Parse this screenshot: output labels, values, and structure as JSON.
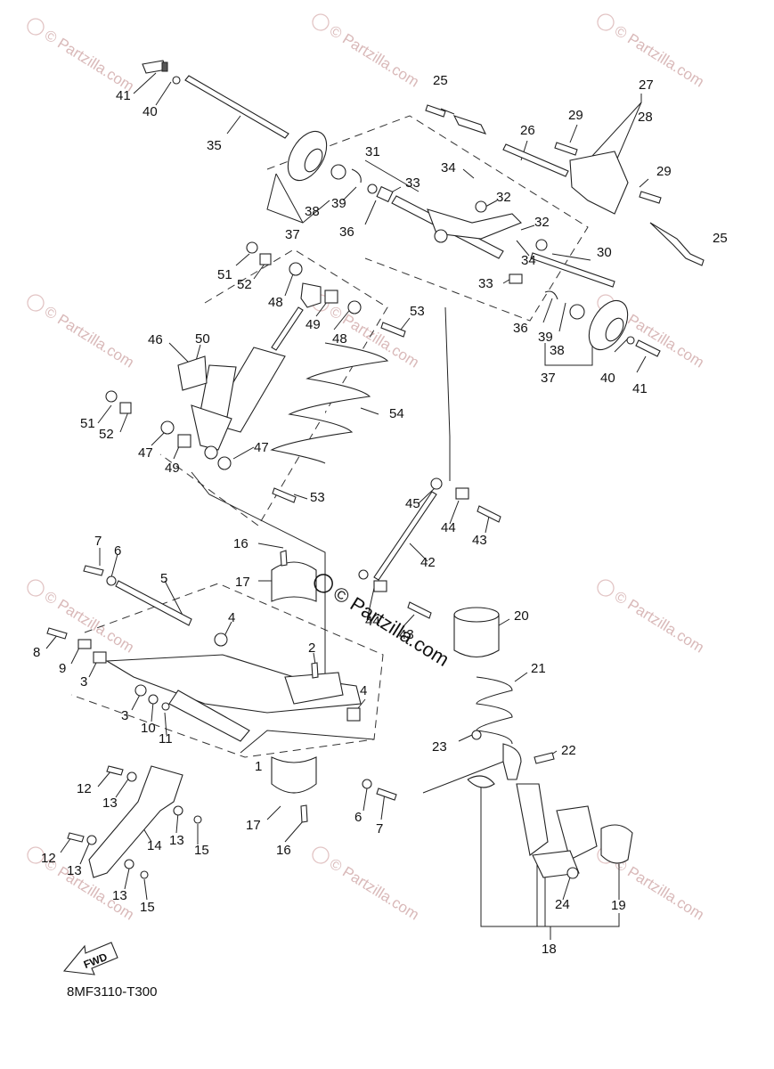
{
  "diagram_code": "8MF3110-T300",
  "watermark_text": "© Partzilla.com",
  "center_watermark": "© Partzilla.com",
  "fwd_label": "FWD",
  "callouts": [
    {
      "id": "c41a",
      "text": "41"
    },
    {
      "id": "c40a",
      "text": "40"
    },
    {
      "id": "c35",
      "text": "35"
    },
    {
      "id": "c25a",
      "text": "25"
    },
    {
      "id": "c27",
      "text": "27"
    },
    {
      "id": "c28",
      "text": "28"
    },
    {
      "id": "c29a",
      "text": "29"
    },
    {
      "id": "c26",
      "text": "26"
    },
    {
      "id": "c31",
      "text": "31"
    },
    {
      "id": "c34a",
      "text": "34"
    },
    {
      "id": "c33a",
      "text": "33"
    },
    {
      "id": "c32a",
      "text": "32"
    },
    {
      "id": "c29b",
      "text": "29"
    },
    {
      "id": "c32b",
      "text": "32"
    },
    {
      "id": "c25b",
      "text": "25"
    },
    {
      "id": "c38a",
      "text": "38"
    },
    {
      "id": "c39a",
      "text": "39"
    },
    {
      "id": "c36a",
      "text": "36"
    },
    {
      "id": "c37a",
      "text": "37"
    },
    {
      "id": "c34b",
      "text": "34"
    },
    {
      "id": "c30",
      "text": "30"
    },
    {
      "id": "c33b",
      "text": "33"
    },
    {
      "id": "c51a",
      "text": "51"
    },
    {
      "id": "c52a",
      "text": "52"
    },
    {
      "id": "c48a",
      "text": "48"
    },
    {
      "id": "c49a",
      "text": "49"
    },
    {
      "id": "c48b",
      "text": "48"
    },
    {
      "id": "c53a",
      "text": "53"
    },
    {
      "id": "c36b",
      "text": "36"
    },
    {
      "id": "c39b",
      "text": "39"
    },
    {
      "id": "c38b",
      "text": "38"
    },
    {
      "id": "c37b",
      "text": "37"
    },
    {
      "id": "c40b",
      "text": "40"
    },
    {
      "id": "c41b",
      "text": "41"
    },
    {
      "id": "c46",
      "text": "46"
    },
    {
      "id": "c50",
      "text": "50"
    },
    {
      "id": "c54",
      "text": "54"
    },
    {
      "id": "c51b",
      "text": "51"
    },
    {
      "id": "c52b",
      "text": "52"
    },
    {
      "id": "c47a",
      "text": "47"
    },
    {
      "id": "c49b",
      "text": "49"
    },
    {
      "id": "c47b",
      "text": "47"
    },
    {
      "id": "c53b",
      "text": "53"
    },
    {
      "id": "c45",
      "text": "45"
    },
    {
      "id": "c44a",
      "text": "44"
    },
    {
      "id": "c43a",
      "text": "43"
    },
    {
      "id": "c42",
      "text": "42"
    },
    {
      "id": "c7a",
      "text": "7"
    },
    {
      "id": "c6a",
      "text": "6"
    },
    {
      "id": "c16a",
      "text": "16"
    },
    {
      "id": "c17a",
      "text": "17"
    },
    {
      "id": "c5",
      "text": "5"
    },
    {
      "id": "c4a",
      "text": "4"
    },
    {
      "id": "c8",
      "text": "8"
    },
    {
      "id": "c9",
      "text": "9"
    },
    {
      "id": "c3a",
      "text": "3"
    },
    {
      "id": "c2",
      "text": "2"
    },
    {
      "id": "c44b",
      "text": "44"
    },
    {
      "id": "c43b",
      "text": "43"
    },
    {
      "id": "c20",
      "text": "20"
    },
    {
      "id": "c21",
      "text": "21"
    },
    {
      "id": "c3b",
      "text": "3"
    },
    {
      "id": "c10",
      "text": "10"
    },
    {
      "id": "c11",
      "text": "11"
    },
    {
      "id": "c4b",
      "text": "4"
    },
    {
      "id": "c23",
      "text": "23"
    },
    {
      "id": "c22",
      "text": "22"
    },
    {
      "id": "c1",
      "text": "1"
    },
    {
      "id": "c12a",
      "text": "12"
    },
    {
      "id": "c13a",
      "text": "13"
    },
    {
      "id": "c6b",
      "text": "6"
    },
    {
      "id": "c7b",
      "text": "7"
    },
    {
      "id": "c17b",
      "text": "17"
    },
    {
      "id": "c16b",
      "text": "16"
    },
    {
      "id": "c13b",
      "text": "13"
    },
    {
      "id": "c14",
      "text": "14"
    },
    {
      "id": "c15a",
      "text": "15"
    },
    {
      "id": "c12b",
      "text": "12"
    },
    {
      "id": "c13c",
      "text": "13"
    },
    {
      "id": "c13d",
      "text": "13"
    },
    {
      "id": "c15b",
      "text": "15"
    },
    {
      "id": "c24",
      "text": "24"
    },
    {
      "id": "c19",
      "text": "19"
    },
    {
      "id": "c18",
      "text": "18"
    }
  ]
}
